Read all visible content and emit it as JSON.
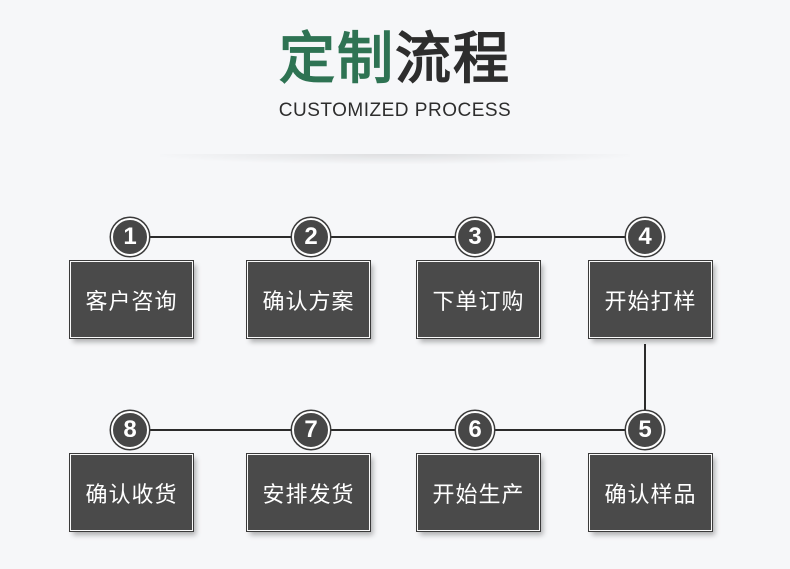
{
  "header": {
    "title_highlight": "定制",
    "title_rest": "流程",
    "subtitle": "CUSTOMIZED PROCESS"
  },
  "colors": {
    "accent_green": "#2e7353",
    "title_dark": "#2d2d2d",
    "box_fill": "#4a4a4a",
    "background": "#f6f7f9"
  },
  "steps": [
    {
      "number": "1",
      "label": "客户咨询"
    },
    {
      "number": "2",
      "label": "确认方案"
    },
    {
      "number": "3",
      "label": "下单订购"
    },
    {
      "number": "4",
      "label": "开始打样"
    },
    {
      "number": "5",
      "label": "确认样品"
    },
    {
      "number": "6",
      "label": "开始生产"
    },
    {
      "number": "7",
      "label": "安排发货"
    },
    {
      "number": "8",
      "label": "确认收货"
    }
  ]
}
